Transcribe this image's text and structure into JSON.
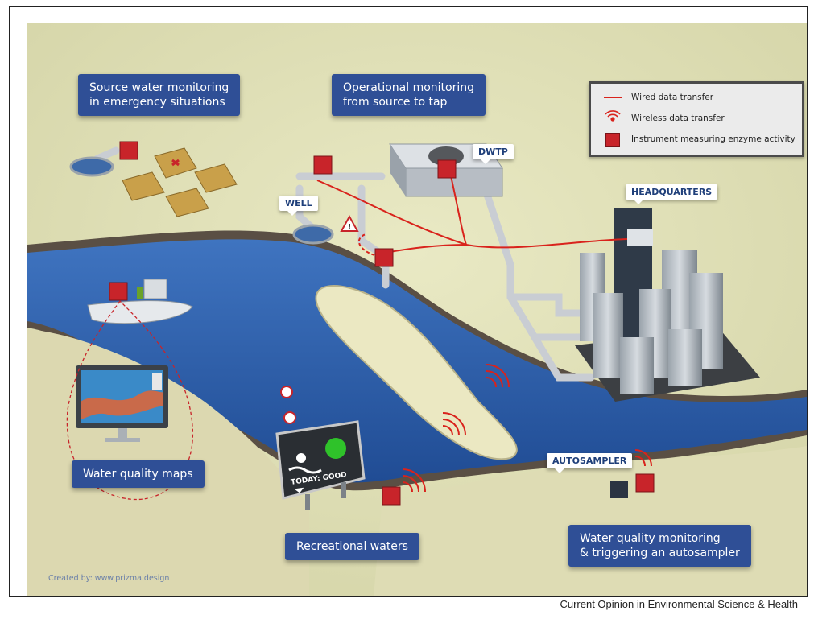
{
  "callouts": {
    "source_water": "Source water monitoring\nin emergency situations",
    "operational": "Operational monitoring\nfrom source to tap",
    "water_quality_maps": "Water quality maps",
    "recreational": "Recreational waters",
    "autosampler_monitoring": "Water quality monitoring\n& triggering an autosampler"
  },
  "tags": {
    "dwtp": "DWTP",
    "well": "WELL",
    "headquarters": "HEADQUARTERS",
    "autosampler": "AUTOSAMPLER"
  },
  "legend": {
    "wired": "Wired data transfer",
    "wireless": "Wireless data transfer",
    "instrument": "Instrument measuring enzyme activity",
    "wired_color": "#d9231c",
    "instrument_color": "#c8242a"
  },
  "sign": {
    "text": "TODAY: GOOD",
    "status_color": "#2fc22a"
  },
  "warning_icon": "warning-triangle-icon",
  "credit": "Created by: www.prizma.design",
  "footer": "Current Opinion in Environmental Science & Health",
  "colors": {
    "land": "#e2e2b8",
    "river": "#2c5ea8",
    "sandbar": "#e8e6c0",
    "callout_bg": "#2f4f96",
    "pipe": "#c9cdd3"
  }
}
